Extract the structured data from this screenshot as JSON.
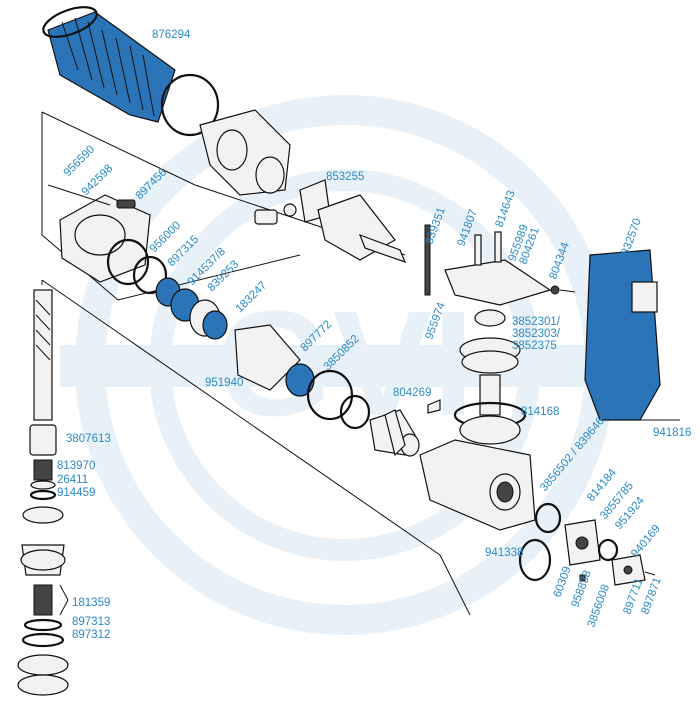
{
  "watermark": {
    "text": "GVI",
    "color": "#d6e6f3"
  },
  "colors": {
    "label": "#2a8ac4",
    "accent_part": "#2b74b8"
  },
  "parts": [
    {
      "number": "876294"
    },
    {
      "number": "956590"
    },
    {
      "number": "942598"
    },
    {
      "number": "897456"
    },
    {
      "number": "853255"
    },
    {
      "number": "956000"
    },
    {
      "number": "897315"
    },
    {
      "number": "914537/8"
    },
    {
      "number": "839253"
    },
    {
      "number": "183247"
    },
    {
      "number": "897772"
    },
    {
      "number": "3850852"
    },
    {
      "number": "951940"
    },
    {
      "number": "839351"
    },
    {
      "number": "941807"
    },
    {
      "number": "814643"
    },
    {
      "number": "955989"
    },
    {
      "number": "804261"
    },
    {
      "number": "804344"
    },
    {
      "number": "832570"
    },
    {
      "number": "955974"
    },
    {
      "number": "3852301/"
    },
    {
      "number": "3852303/"
    },
    {
      "number": "3852375"
    },
    {
      "number": "804269"
    },
    {
      "number": "814168"
    },
    {
      "number": "941816"
    },
    {
      "number": "3807613"
    },
    {
      "number": "813970"
    },
    {
      "number": "26411"
    },
    {
      "number": "914459"
    },
    {
      "number": "3856502 / 839646"
    },
    {
      "number": "814184"
    },
    {
      "number": "3855785"
    },
    {
      "number": "951924"
    },
    {
      "number": "941338"
    },
    {
      "number": "940169"
    },
    {
      "number": "181359"
    },
    {
      "number": "897313"
    },
    {
      "number": "897312"
    },
    {
      "number": "60309"
    },
    {
      "number": "958838"
    },
    {
      "number": "3856008"
    },
    {
      "number": "897711"
    },
    {
      "number": "897871"
    }
  ]
}
